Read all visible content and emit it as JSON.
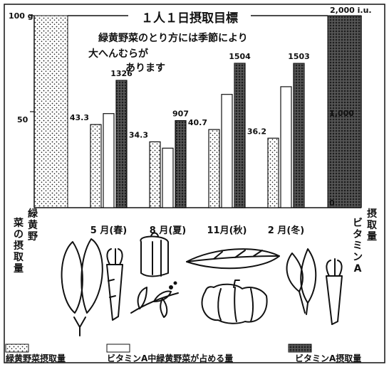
{
  "chart_data": {
    "type": "bar",
    "title": "１人１日摂取目標",
    "subtitle_lines": [
      "緑黄野菜のとり方には季節により",
      "大へんむらが",
      "あります"
    ],
    "left_axis": {
      "top_label": "100 g",
      "mid_label": "50",
      "ylim": [
        0,
        100
      ],
      "unit": "g"
    },
    "right_axis": {
      "top_label": "2,000 i.u.",
      "mid_label": "1,000",
      "zero_label": "0",
      "ylim": [
        0,
        2000
      ],
      "unit": "i.u."
    },
    "left_target_label": [
      "緑",
      "黄",
      "野",
      "菜",
      "の",
      "摂",
      "取",
      "量"
    ],
    "right_target_label": [
      "ビ",
      "タ",
      "ミ",
      "ン",
      "A",
      "摂",
      "取",
      "量"
    ],
    "categories": [
      "5 月(春)",
      "8 月(夏)",
      "11月(秋)",
      "2 月(冬)"
    ],
    "series": [
      {
        "name": "緑黄野菜摂取量",
        "values": [
          43.3,
          34.3,
          40.7,
          36.2
        ],
        "axis": "left",
        "value_labels": [
          "43.3",
          "34.3",
          "40.7",
          "36.2"
        ]
      },
      {
        "name": "ビタミンA中緑黄野菜が占める量",
        "values": [
          49,
          31,
          59,
          63
        ],
        "axis": "left"
      },
      {
        "name": "ビタミンA摂取量",
        "values": [
          1326,
          907,
          1504,
          1503
        ],
        "axis": "right",
        "value_labels": [
          "1326",
          "907",
          "1504",
          "1503"
        ]
      }
    ]
  },
  "legend": [
    {
      "label": "緑黄野菜摂取量",
      "pattern": "dots"
    },
    {
      "label": "ビタミンA中緑黄野菜が占める量",
      "pattern": "white"
    },
    {
      "label": "ビタミンA摂取量",
      "pattern": "hatch"
    }
  ],
  "illustration": "vegetables-drawing"
}
